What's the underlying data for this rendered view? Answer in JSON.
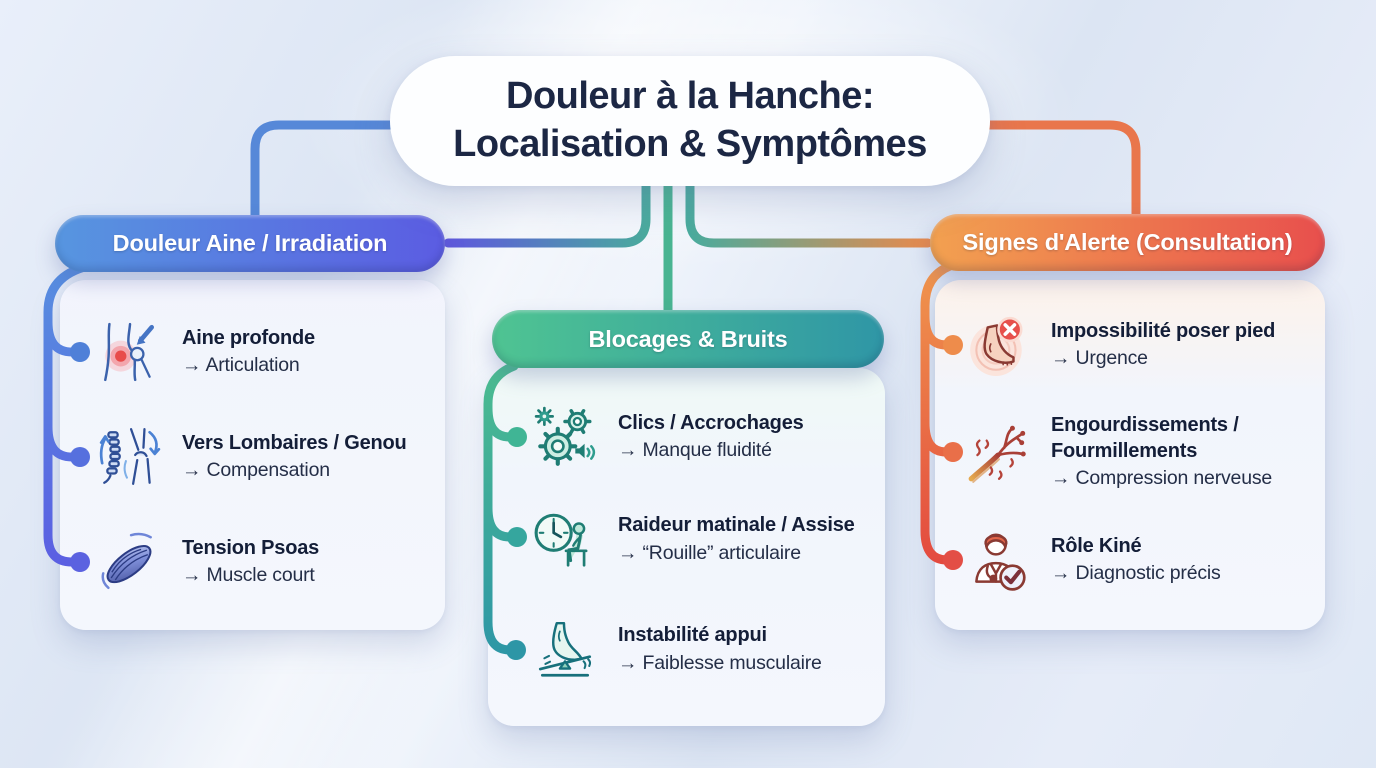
{
  "title": {
    "line1": "Douleur à la Hanche:",
    "line2": "Localisation & Symptômes"
  },
  "branches": [
    {
      "id": "groin-pain",
      "label": "Douleur Aine / Irradiation",
      "colors": {
        "from": "#5796e0",
        "to": "#5b5ce2"
      },
      "items": [
        {
          "icon": "hip-pain-icon",
          "title": "Aine profonde",
          "detail": "→ Articulation"
        },
        {
          "icon": "spine-knee-icon",
          "title": "Vers Lombaires / Genou",
          "detail": "→ Compensation"
        },
        {
          "icon": "muscle-icon",
          "title": "Tension Psoas",
          "detail": "→ Muscle court"
        }
      ]
    },
    {
      "id": "locking-noises",
      "label": "Blocages & Bruits",
      "colors": {
        "from": "#4fc492",
        "to": "#2f96a6"
      },
      "items": [
        {
          "icon": "gears-sound-icon",
          "title": "Clics / Accrochages",
          "detail": "→ Manque fluidité"
        },
        {
          "icon": "clock-sitting-icon",
          "title": "Raideur matinale / Assise",
          "detail": "→ “Rouille” articulaire"
        },
        {
          "icon": "foot-balance-icon",
          "title": "Instabilité appui",
          "detail": "→ Faiblesse musculaire"
        }
      ]
    },
    {
      "id": "warning-signs",
      "label": "Signes d'Alerte (Consultation)",
      "colors": {
        "from": "#f2a150",
        "to": "#e84f4d"
      },
      "items": [
        {
          "icon": "foot-alert-icon",
          "title": "Impossibilité poser pied",
          "detail": "→ Urgence"
        },
        {
          "icon": "nerve-icon",
          "title": "Engourdissements / Fourmillements",
          "detail": "→ Compression nerveuse"
        },
        {
          "icon": "doctor-check-icon",
          "title": "Rôle Kiné",
          "detail": "→ Diagnostic précis"
        }
      ]
    }
  ]
}
